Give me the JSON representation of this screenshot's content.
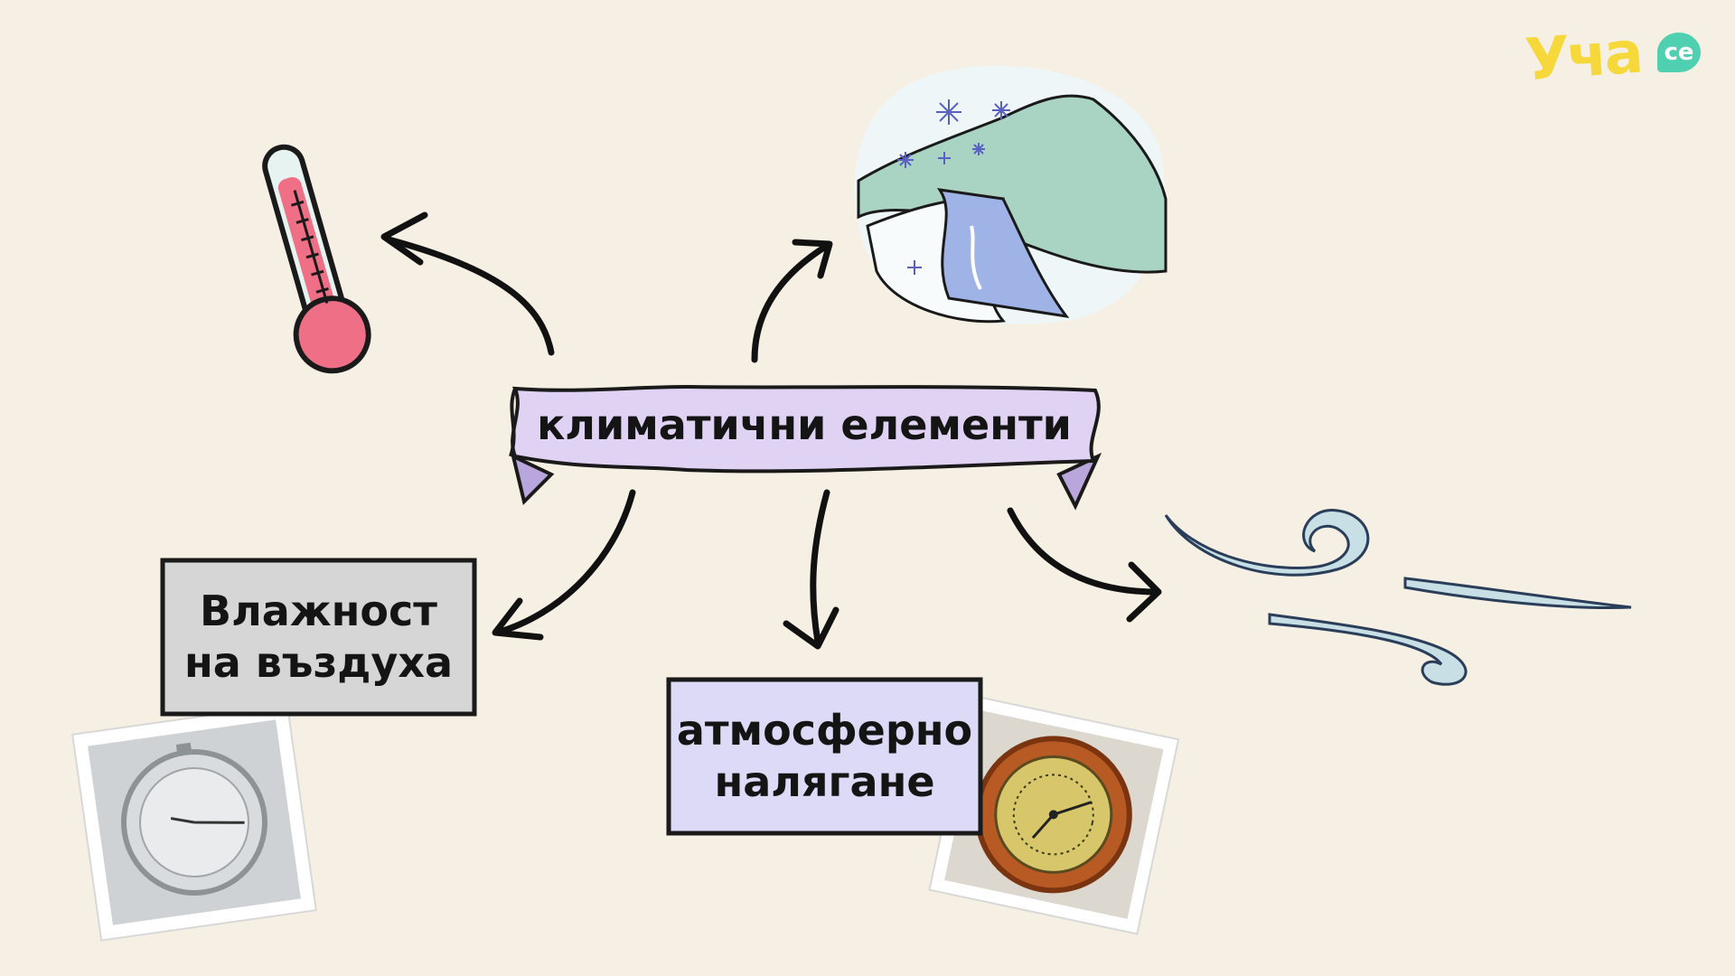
{
  "diagram": {
    "central_label": "климатични елементи",
    "humidity_label_line1": "Влажност",
    "humidity_label_line2": "на въздуха",
    "pressure_label_line1": "атмосферно",
    "pressure_label_line2": "налягане"
  },
  "logo": {
    "word": "Уча",
    "badge": "се"
  },
  "colors": {
    "background": "#f6f0e4",
    "banner": "#dfd2f3",
    "banner_dark": "#b9a6dc",
    "humidity_box": "#d6d6d6",
    "pressure_box": "#dcdaf6",
    "thermometer_red": "#ef6f86",
    "logo_yellow": "#f6d83a",
    "logo_teal": "#4fd0b0"
  },
  "icons": [
    "thermometer-icon",
    "snow-mountain-icon",
    "wind-icon",
    "hygrometer-photo",
    "barometer-photo"
  ]
}
